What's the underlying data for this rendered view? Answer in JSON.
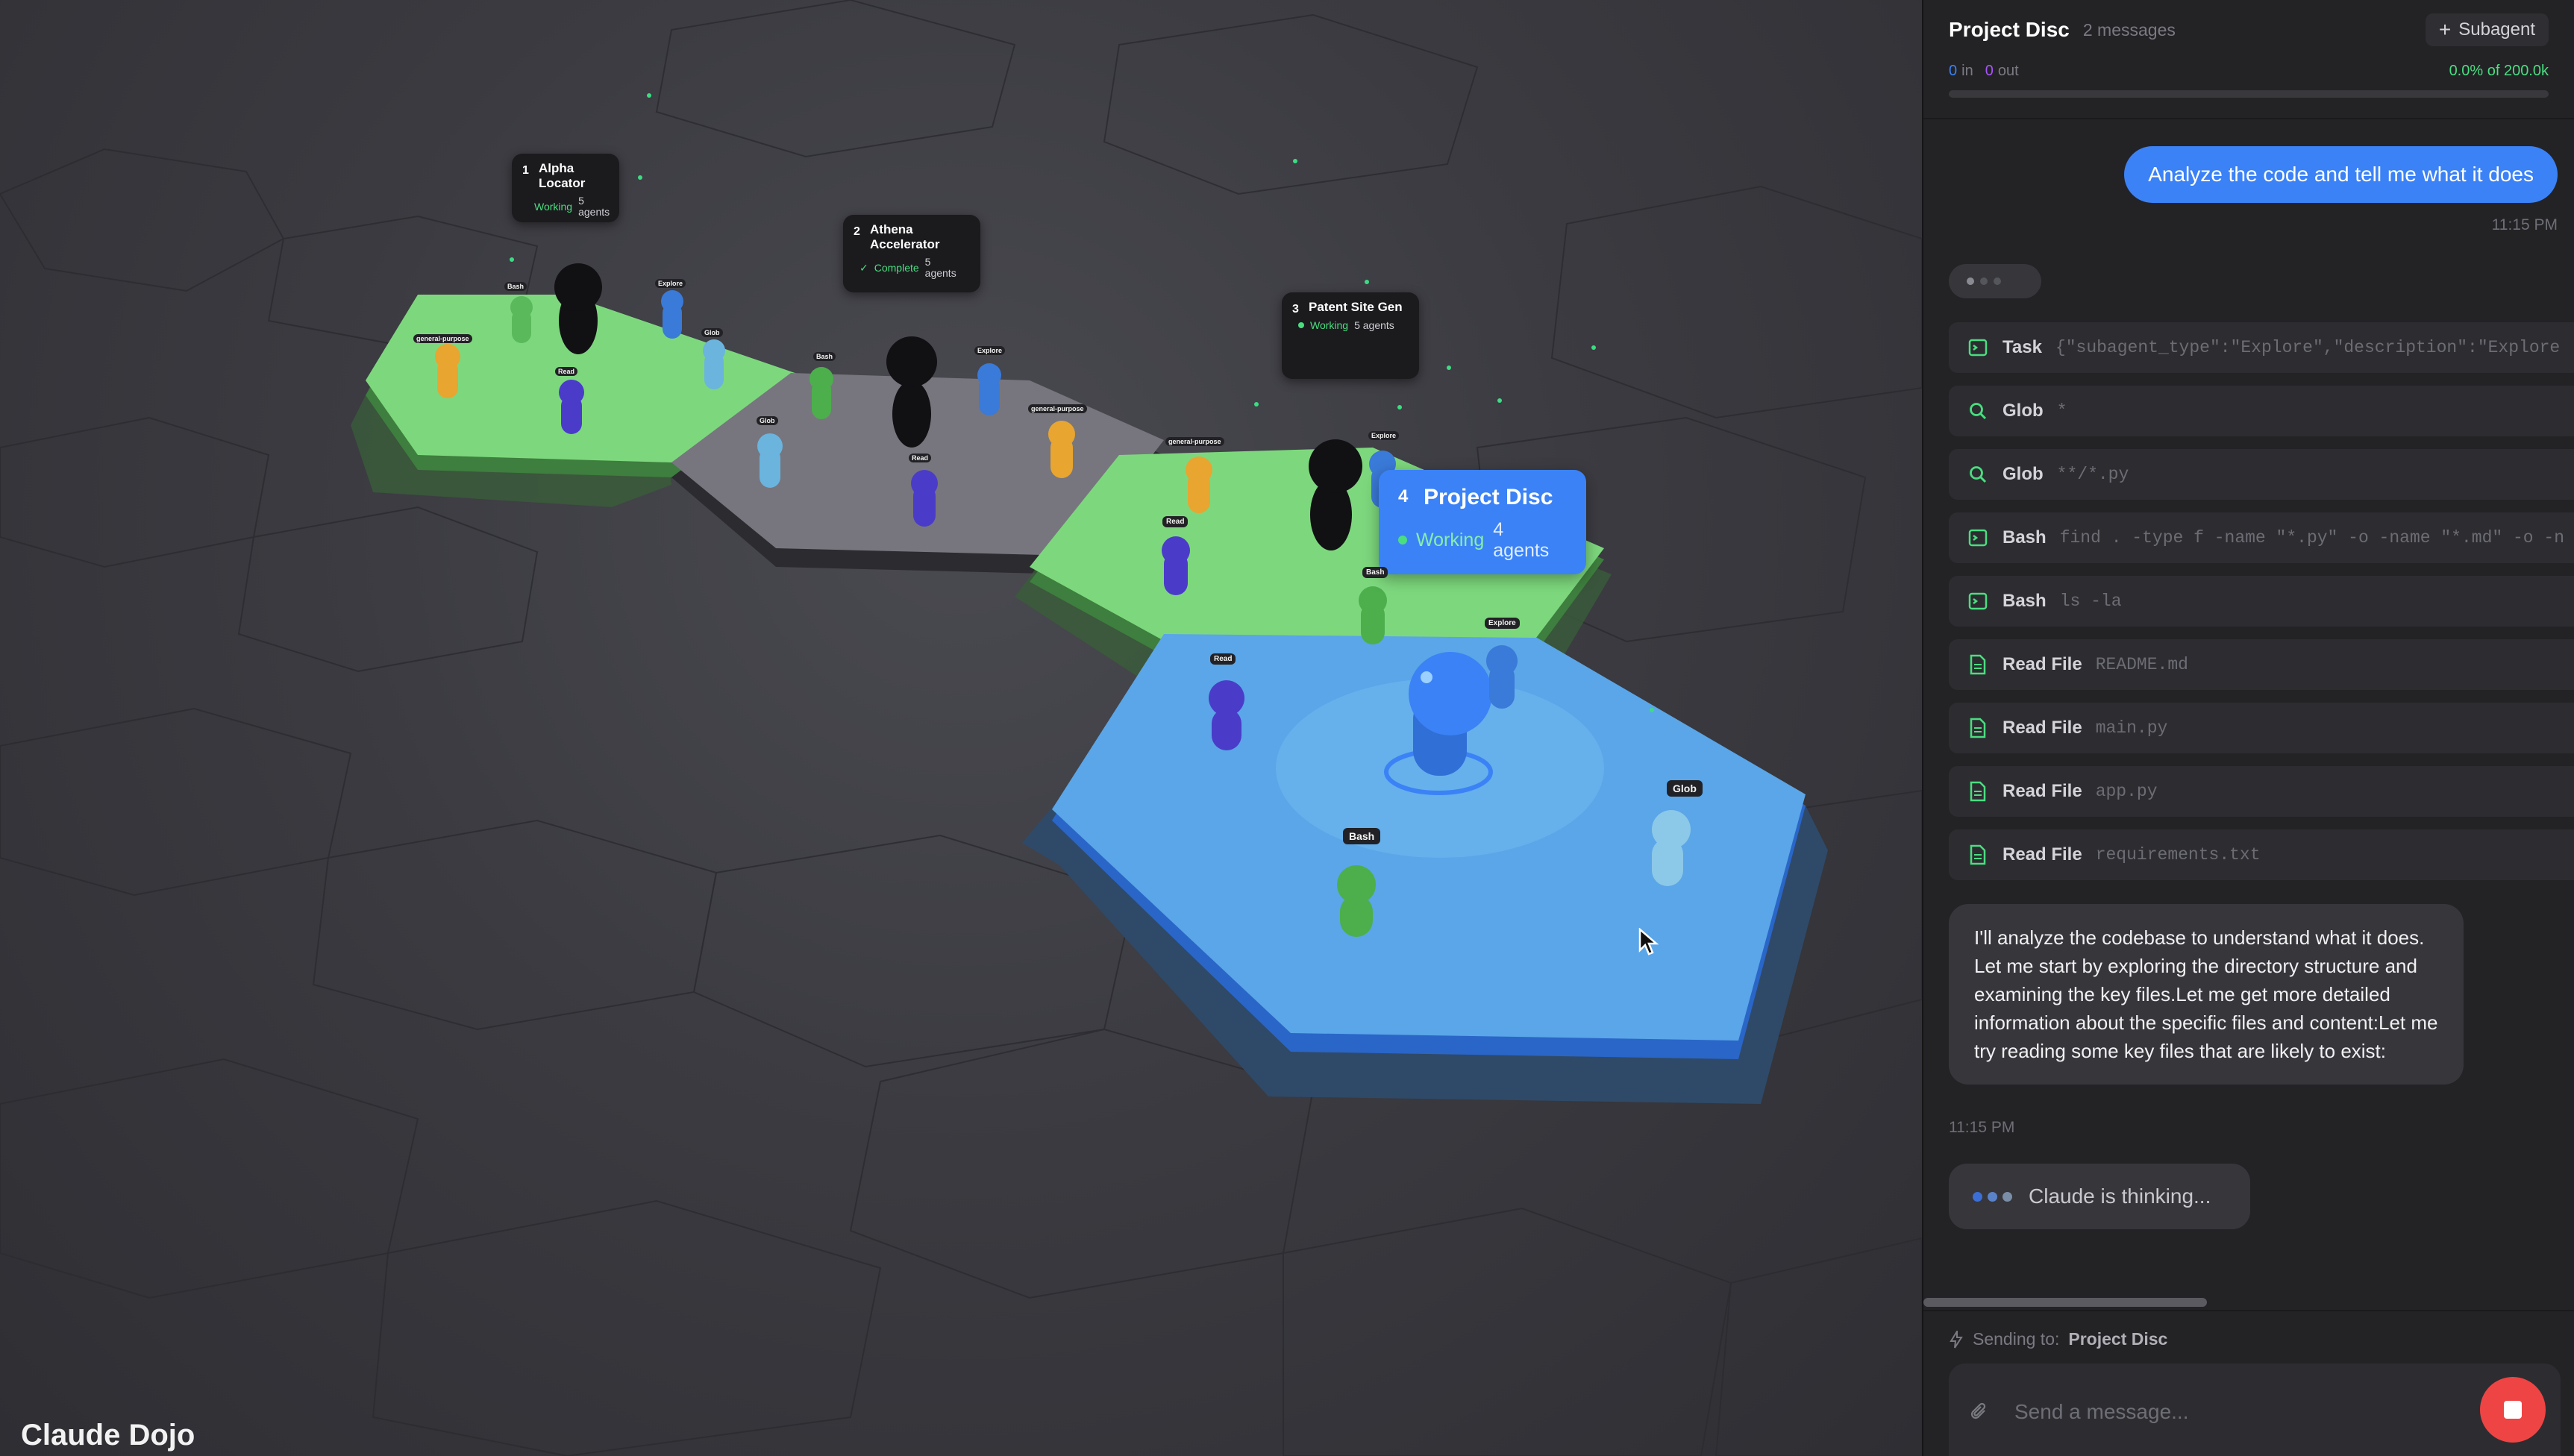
{
  "app": {
    "brand": "Claude Dojo"
  },
  "scene": {
    "projects": [
      {
        "num": "1",
        "name": "Alpha Locator",
        "status": "Working",
        "agents": "5 agents"
      },
      {
        "num": "2",
        "name": "Athena Accelerator",
        "status": "Complete",
        "agents": "5 agents"
      },
      {
        "num": "3",
        "name": "Patent Site Gen",
        "status": "Working",
        "agents": "5 agents"
      },
      {
        "num": "4",
        "name": "Project Disc",
        "status": "Working",
        "agents": "4 agents"
      }
    ],
    "agent_tags": {
      "bash": "Bash",
      "read": "Read",
      "explore": "Explore",
      "glob": "Glob",
      "general": "general-purpose"
    }
  },
  "panel": {
    "title": "Project Disc",
    "message_count": "2 messages",
    "subagent_label": "Subagent",
    "tokens": {
      "in": "0",
      "in_label": "in",
      "out": "0",
      "out_label": "out",
      "usage": "0.0% of 200.0k"
    },
    "user_message": "Analyze the code and tell me what it does",
    "user_time": "11:15 PM",
    "tools": [
      {
        "name": "Task",
        "args": "{\"subagent_type\":\"Explore\",\"description\":\"Explore",
        "icon": "terminal-icon"
      },
      {
        "name": "Glob",
        "args": "*",
        "icon": "search-icon"
      },
      {
        "name": "Glob",
        "args": "**/*.py",
        "icon": "search-icon"
      },
      {
        "name": "Bash",
        "args": "find . -type f -name \"*.py\" -o -name \"*.md\" -o -n",
        "icon": "terminal-icon"
      },
      {
        "name": "Bash",
        "args": "ls -la",
        "icon": "terminal-icon"
      },
      {
        "name": "Read File",
        "args": "README.md",
        "icon": "file-icon"
      },
      {
        "name": "Read File",
        "args": "main.py",
        "icon": "file-icon"
      },
      {
        "name": "Read File",
        "args": "app.py",
        "icon": "file-icon"
      },
      {
        "name": "Read File",
        "args": "requirements.txt",
        "icon": "file-icon"
      }
    ],
    "assistant_message": "I'll analyze the codebase to understand what it does. Let me start by exploring the directory structure and examining the key files.Let me get more detailed information about the specific files and content:Let me try reading some key files that are likely to exist:",
    "assistant_time": "11:15 PM",
    "thinking": "Claude is thinking...",
    "sending_label": "Sending to:",
    "sending_target": "Project Disc",
    "input_placeholder": "Send a message..."
  },
  "colors": {
    "accent": "#3b82f6",
    "working": "#4ade80",
    "stop": "#ef4444"
  }
}
